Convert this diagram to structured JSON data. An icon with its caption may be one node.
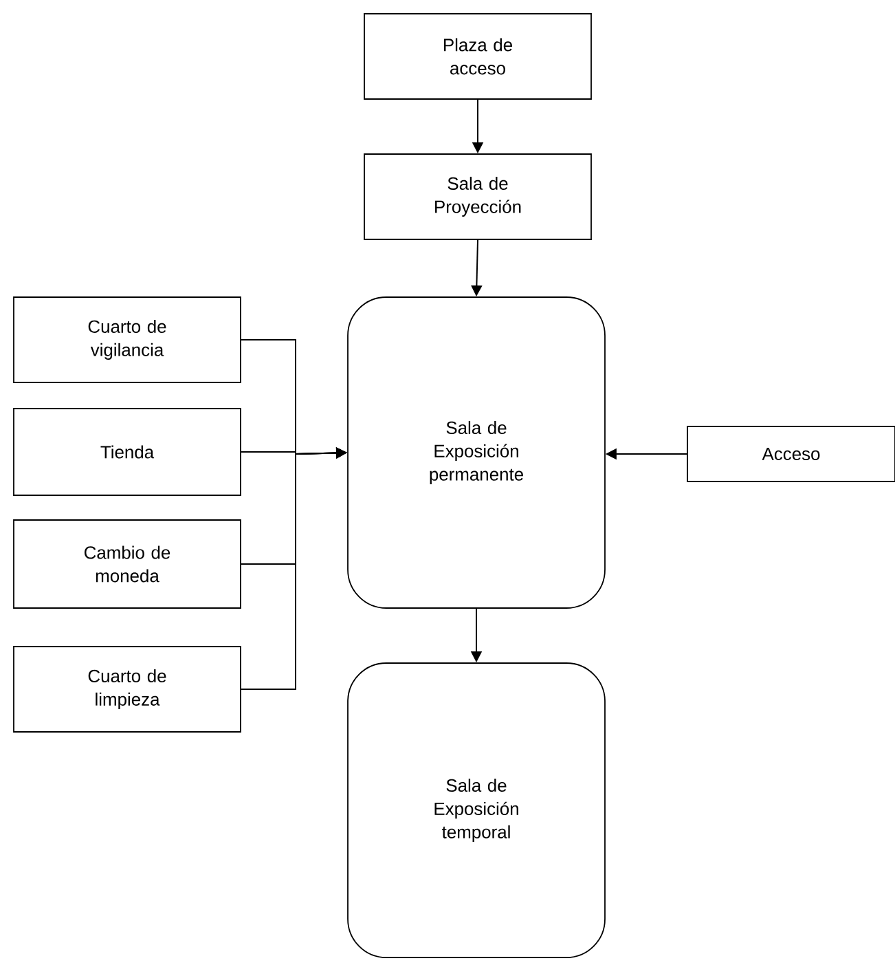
{
  "diagram": {
    "nodes": [
      {
        "text": [
          "Plaza de acceso"
        ]
      },
      {
        "text": [
          "Sala de Proyección"
        ]
      },
      {
        "text": [
          "Sala de Exposición permanente"
        ]
      },
      {
        "text": [
          "Cuarto de vigilancia"
        ]
      },
      {
        "text": [
          "Tienda"
        ]
      },
      {
        "text": [
          "Cambio de moneda"
        ]
      },
      {
        "text": [
          "Cuarto de limpieza"
        ]
      },
      {
        "text": [
          "Acceso"
        ]
      },
      {
        "text": [
          "Sala de Exposición temporal"
        ]
      }
    ],
    "edges": [
      {
        "from": 0,
        "to": 1,
        "arrow": "to"
      },
      {
        "from": 1,
        "to": 2,
        "arrow": "to"
      },
      {
        "from": 3,
        "to": 2,
        "arrow": "to"
      },
      {
        "from": 4,
        "to": 2,
        "arrow": "to"
      },
      {
        "from": 5,
        "to": 2,
        "arrow": "to"
      },
      {
        "from": 6,
        "to": 2,
        "arrow": "to"
      },
      {
        "from": 7,
        "to": 2,
        "arrow": "to"
      },
      {
        "from": 2,
        "to": 8,
        "arrow": "to"
      }
    ]
  }
}
